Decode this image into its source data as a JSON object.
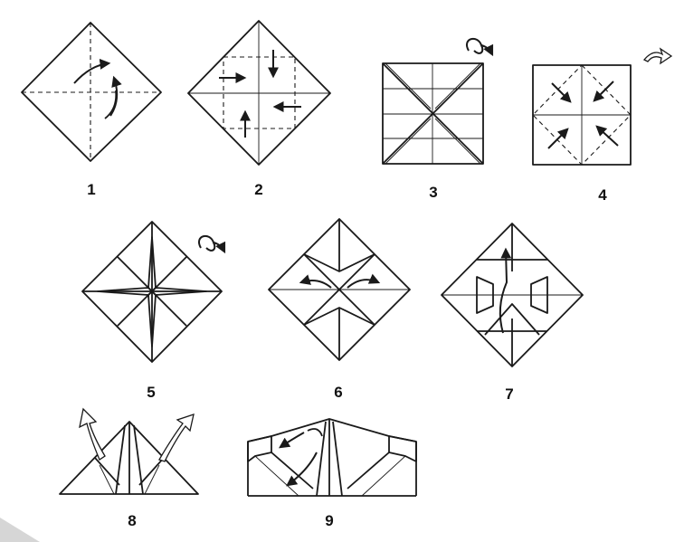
{
  "steps": [
    {
      "number": "1"
    },
    {
      "number": "2"
    },
    {
      "number": "3"
    },
    {
      "number": "4"
    },
    {
      "number": "5"
    },
    {
      "number": "6"
    },
    {
      "number": "7"
    },
    {
      "number": "8"
    },
    {
      "number": "9"
    }
  ],
  "colors": {
    "ink": "#1a1a1a",
    "paper": "#ffffff",
    "shade": "#d6d6d6"
  },
  "icons": {
    "turn_over": "turn-over-icon",
    "arrow": "fold-arrow-icon",
    "hollow_arrow": "pull-out-arrow-icon"
  }
}
